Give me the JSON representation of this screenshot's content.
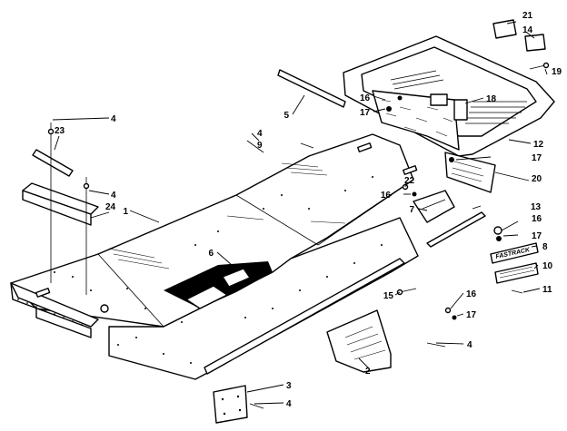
{
  "callouts": [
    {
      "id": "c1",
      "label": "1"
    },
    {
      "id": "c2",
      "label": "2"
    },
    {
      "id": "c3",
      "label": "3"
    },
    {
      "id": "c4a",
      "label": "4"
    },
    {
      "id": "c4b",
      "label": "4"
    },
    {
      "id": "c4c",
      "label": "4"
    },
    {
      "id": "c4d",
      "label": "4"
    },
    {
      "id": "c4e",
      "label": "4"
    },
    {
      "id": "c5",
      "label": "5"
    },
    {
      "id": "c6",
      "label": "6"
    },
    {
      "id": "c7",
      "label": "7"
    },
    {
      "id": "c8",
      "label": "8"
    },
    {
      "id": "c9",
      "label": "9"
    },
    {
      "id": "c10",
      "label": "10"
    },
    {
      "id": "c11",
      "label": "11"
    },
    {
      "id": "c12",
      "label": "12"
    },
    {
      "id": "c13",
      "label": "13"
    },
    {
      "id": "c14",
      "label": "14"
    },
    {
      "id": "c15",
      "label": "15"
    },
    {
      "id": "c16a",
      "label": "16"
    },
    {
      "id": "c16b",
      "label": "16"
    },
    {
      "id": "c16c",
      "label": "16"
    },
    {
      "id": "c16d",
      "label": "16"
    },
    {
      "id": "c17a",
      "label": "17"
    },
    {
      "id": "c17b",
      "label": "17"
    },
    {
      "id": "c17c",
      "label": "17"
    },
    {
      "id": "c17d",
      "label": "17"
    },
    {
      "id": "c18",
      "label": "18"
    },
    {
      "id": "c19",
      "label": "19"
    },
    {
      "id": "c20",
      "label": "20"
    },
    {
      "id": "c21",
      "label": "21"
    },
    {
      "id": "c22",
      "label": "22"
    },
    {
      "id": "c23",
      "label": "23"
    },
    {
      "id": "c24",
      "label": "24"
    }
  ],
  "decal": {
    "text": "FASTRACK"
  }
}
